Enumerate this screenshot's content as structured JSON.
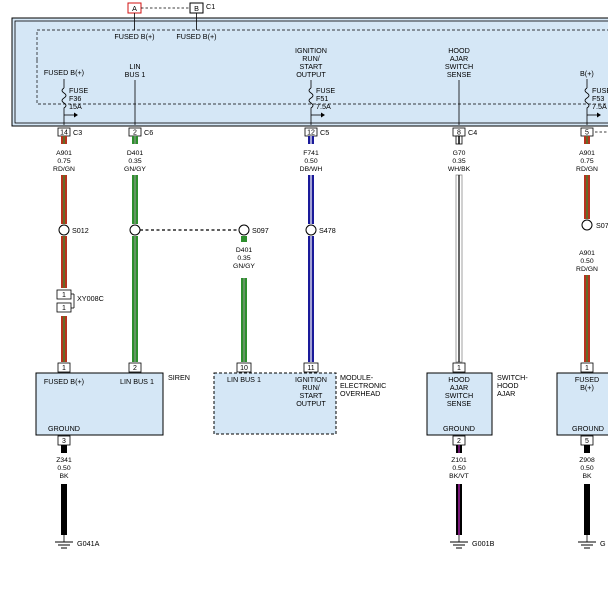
{
  "top_connectors": {
    "a": "A",
    "b": "B",
    "c1": "C1"
  },
  "module_top": {
    "fused_b_plus_1": "FUSED B(+)",
    "fused_b_plus_2": "FUSED B(+)",
    "fused_b_plus_left": "FUSED B(+)",
    "lin": [
      "LIN",
      "BUS 1"
    ],
    "ign": [
      "IGNITION",
      "RUN/",
      "START",
      "OUTPUT"
    ],
    "hood": [
      "HOOD",
      "AJAR",
      "SWITCH",
      "SENSE"
    ],
    "b_plus_right": "B(+)",
    "fuse_f36": [
      "FUSE",
      "F36",
      "15A"
    ],
    "fuse_f51": [
      "FUSE",
      "F51",
      "7.5A"
    ],
    "fuse_f53": [
      "FUSE",
      "F53",
      "7.5A"
    ]
  },
  "pins": {
    "p14": "14",
    "c3": "C3",
    "p2": "2",
    "c6": "C6",
    "p12": "12",
    "c5": "C5",
    "p8": "8",
    "c4": "C4",
    "p5": "5"
  },
  "wires": {
    "a901": [
      "A901",
      "0.75",
      "RD/GN"
    ],
    "d401": [
      "D401",
      "0.35",
      "GN/GY"
    ],
    "f741": [
      "F741",
      "0.50",
      "DB/WH"
    ],
    "g70": [
      "G70",
      "0.35",
      "WH/BK"
    ],
    "a901_right": [
      "A901",
      "0.75",
      "RD/GN"
    ],
    "d401_b": [
      "D401",
      "0.35",
      "GN/GY"
    ],
    "a901_b": [
      "A901",
      "0.50",
      "RD/GN"
    ],
    "z341": [
      "Z341",
      "0.50",
      "BK"
    ],
    "z101": [
      "Z101",
      "0.50",
      "BK/VT"
    ],
    "z908": [
      "Z908",
      "0.50",
      "BK"
    ]
  },
  "splices": {
    "s012": "S012",
    "s097": "S097",
    "s478": "S478",
    "s07": "S07"
  },
  "inline_connector": {
    "p1a": "1",
    "p1b": "1",
    "name": "XY008C"
  },
  "siren": {
    "pin1": "1",
    "pin2": "2",
    "pin3": "3",
    "fused": "FUSED B(+)",
    "lin": "LIN BUS 1",
    "ground": "GROUND",
    "name": "SIREN"
  },
  "overhead": {
    "pin10": "10",
    "pin11": "11",
    "lin": "LIN BUS 1",
    "ign": [
      "IGNITION",
      "RUN/",
      "START",
      "OUTPUT"
    ],
    "name": [
      "MODULE-",
      "ELECTRONIC",
      "OVERHEAD"
    ]
  },
  "hood_switch": {
    "pin1": "1",
    "pin2": "2",
    "label": [
      "HOOD",
      "AJAR",
      "SWITCH",
      "SENSE"
    ],
    "ground": "GROUND",
    "name": [
      "SWITCH-",
      "HOOD",
      "AJAR"
    ]
  },
  "right_module": {
    "pin1": "1",
    "pin5": "5",
    "fused": [
      "FUSED",
      "B(+)"
    ],
    "ground": "GROUND"
  },
  "grounds": {
    "g041a": "G041A",
    "g001b": "G001B",
    "g_right": "G"
  },
  "colors": {
    "module_fill": "#d5e7f6",
    "red": "#b8321e",
    "green": "#2e8f2e",
    "blue": "#1a1a9a",
    "black": "#000000",
    "violet": "#b025b0",
    "white_wire_edge": "#9a9a9a",
    "connector_red": "#d01010"
  }
}
